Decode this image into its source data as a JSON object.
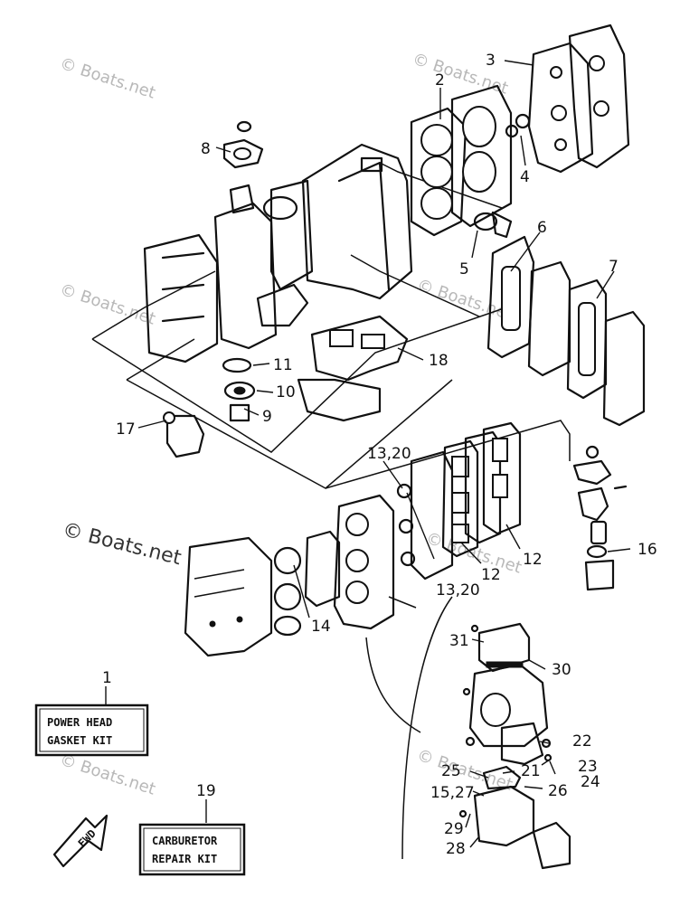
{
  "watermark": {
    "text": "© Boats.net"
  },
  "callouts": {
    "c1": "1",
    "c2": "2",
    "c3": "3",
    "c4": "4",
    "c5": "5",
    "c6": "6",
    "c7": "7",
    "c8": "8",
    "c9": "9",
    "c10": "10",
    "c11": "11",
    "c12a": "12",
    "c12b": "12",
    "c13_20a": "13,20",
    "c13_20b": "13,20",
    "c14": "14",
    "c15_27": "15,27",
    "c16": "16",
    "c17": "17",
    "c18": "18",
    "c19": "19",
    "c21": "21",
    "c22": "22",
    "c23": "23",
    "c24": "24",
    "c25": "25",
    "c26": "26",
    "c28": "28",
    "c29": "29",
    "c30": "30",
    "c31": "31"
  },
  "kits": {
    "power_head_line1": "POWER HEAD",
    "power_head_line2": "GASKET KIT",
    "carburetor_line1": "CARBURETOR",
    "carburetor_line2": "REPAIR KIT"
  },
  "direction_tag": "FWD"
}
